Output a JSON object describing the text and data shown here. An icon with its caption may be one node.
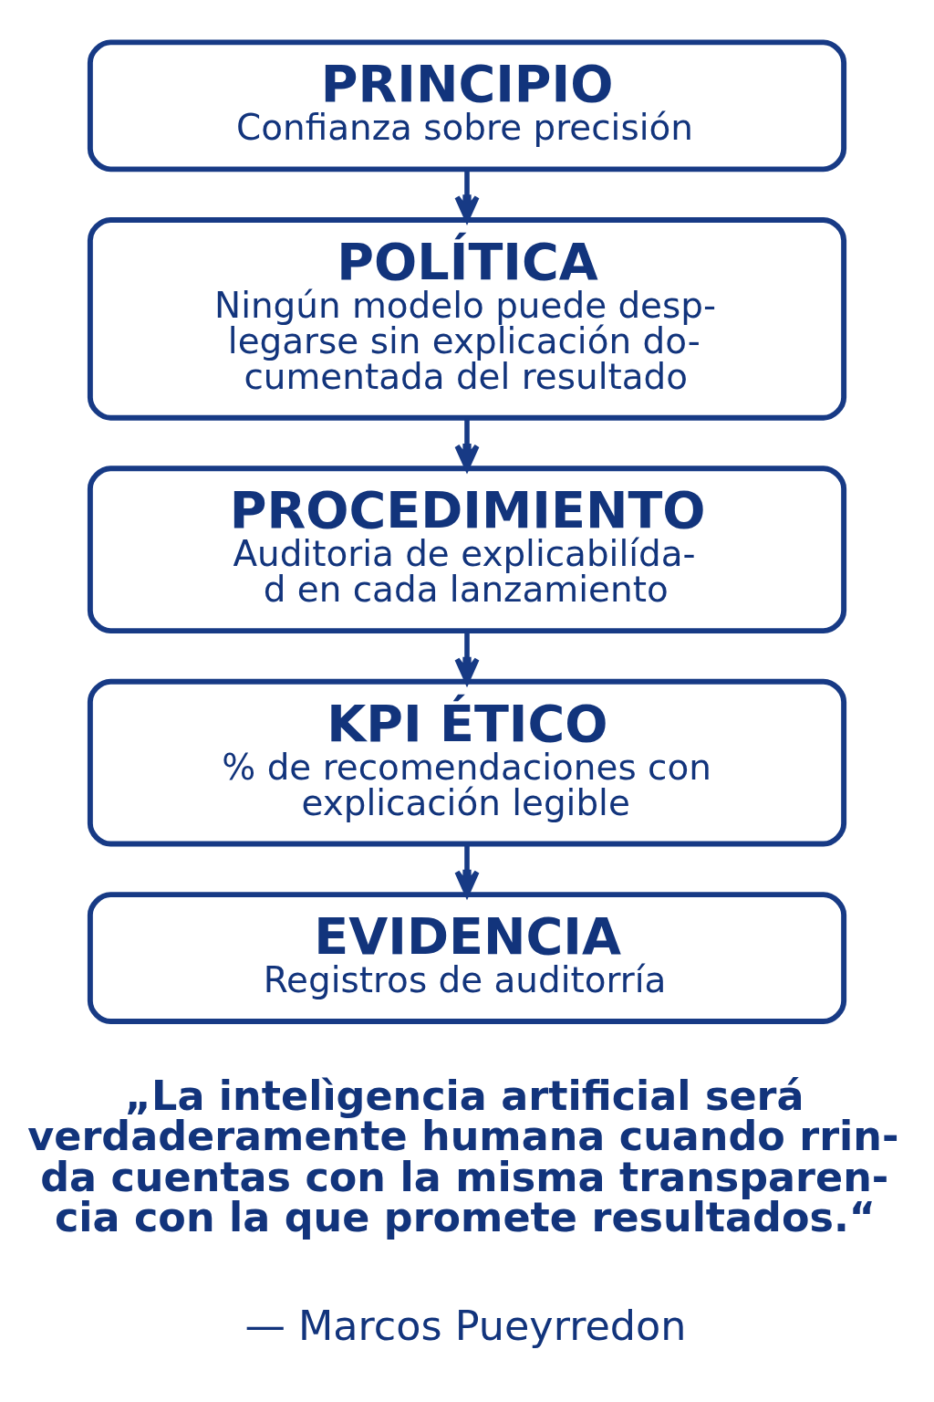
{
  "diagram": {
    "nodes": [
      {
        "text": [
          "PRINCIPIO",
          "Confianza sobre precisión"
        ]
      },
      {
        "text": [
          "POLÍTICA",
          "Ningún modelo puede desp- legarse sin explicación do- cumentada del resultado"
        ]
      },
      {
        "text": [
          "PROCEDIMIENTO",
          "Auditoria de explicabilída- d en cada lanzamiento"
        ]
      },
      {
        "text": [
          "KPI ÉTICO",
          "% de recomendaciones con explicación legible"
        ]
      },
      {
        "text": [
          "EVIDENCIA",
          "Registros de auditorría"
        ]
      }
    ],
    "edges": [
      {
        "from": 0,
        "to": 1,
        "arrow": "to"
      },
      {
        "from": 1,
        "to": 2,
        "arrow": "to"
      },
      {
        "from": 2,
        "to": 3,
        "arrow": "to"
      },
      {
        "from": 3,
        "to": 4,
        "arrow": "to"
      }
    ],
    "labels": [
      "„La intelìgencia artificial será verdaderamente humana cuando rrin- da cuentas con la misma transparen- cia con la que promete resultados.“",
      "— Marcos Pueyrredon"
    ]
  }
}
